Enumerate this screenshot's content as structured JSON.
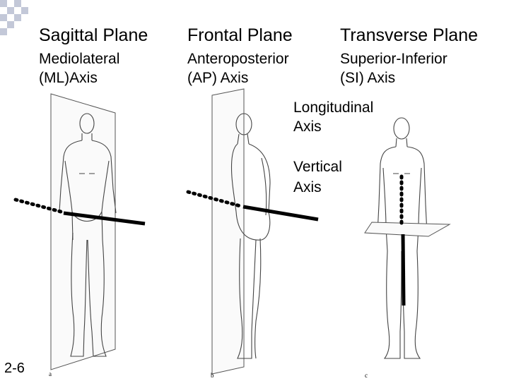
{
  "planes": [
    {
      "title": "Sagittal Plane",
      "axis_line1": "Mediolateral",
      "axis_line2": "(ML)Axis",
      "figure_letter": "a"
    },
    {
      "title": "Frontal Plane",
      "axis_line1": "Anteroposterior",
      "axis_line2": "(AP) Axis",
      "figure_letter": "b"
    },
    {
      "title": "Transverse Plane",
      "axis_line1": "Superior-Inferior",
      "axis_line2": "(SI) Axis",
      "figure_letter": "c"
    }
  ],
  "notes": {
    "longitudinal_line1": "Longitudinal",
    "longitudinal_line2": "Axis",
    "vertical_line1": "Vertical",
    "vertical_line2": "Axis"
  },
  "slide_number": "2-6",
  "colors": {
    "checker": "#b9bfd1",
    "text": "#000000",
    "figure_stroke": "#444444"
  }
}
